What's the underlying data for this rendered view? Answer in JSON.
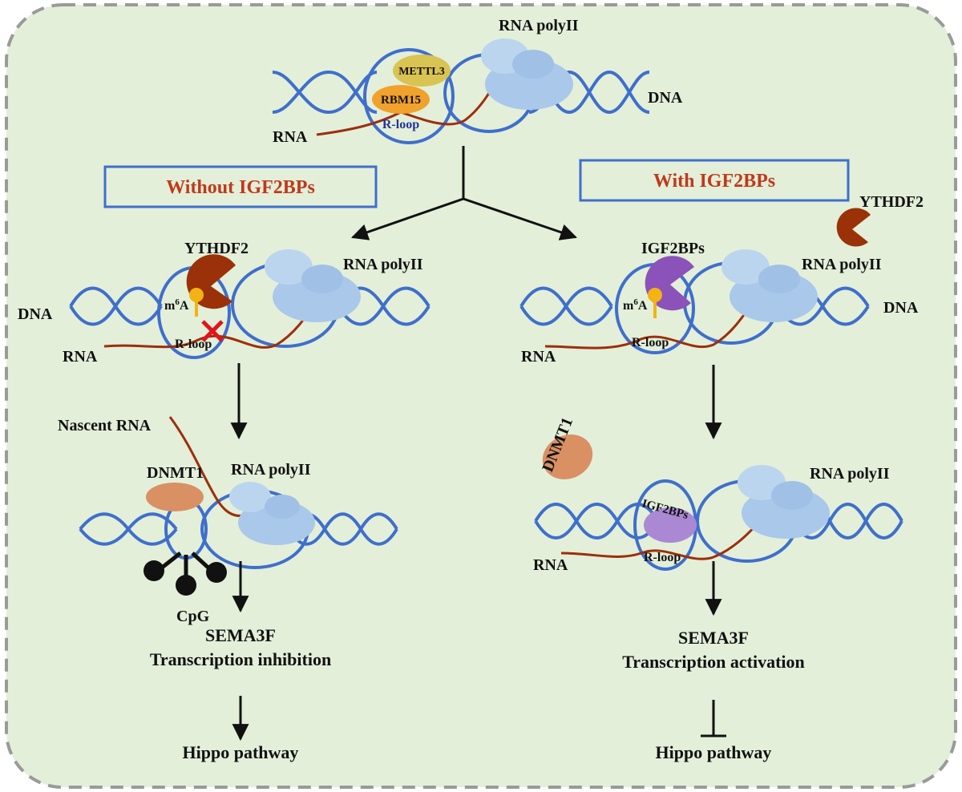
{
  "colors": {
    "panel_bg": "#e3efd9",
    "panel_border": "#9a9a9a",
    "dna_strand": "#3f6fcc",
    "rna_strand": "#9c2f0c",
    "polymerase": "#a9c8ea",
    "ythdf2": "#9a3108",
    "igf2bps": "#8b52b9",
    "igf2bps_light": "#ab88d4",
    "dnmt1": "#d99063",
    "mettl3": "#d9c352",
    "rbm15": "#f0a22d",
    "m6a": "#f3b312",
    "cpg": "#111111",
    "box_border": "#3f6fcc",
    "box_text": "#c0391b",
    "rloop_top_text": "#24339a",
    "cross": "#e1141b",
    "arrow": "#111111"
  },
  "top": {
    "rna_polyii": "RNA polyII",
    "mettl3": "METTL3",
    "rbm15": "RBM15",
    "r_loop": "R-loop",
    "dna": "DNA",
    "rna": "RNA"
  },
  "left": {
    "box_title": "Without IGF2BPs",
    "ythdf2": "YTHDF2",
    "rna_polyii": "RNA polyII",
    "dna": "DNA",
    "m6a_base": "m",
    "m6a_sup": "6",
    "m6a_tail": "A",
    "r_loop": "R-loop",
    "rna": "RNA",
    "nascent_rna": "Nascent RNA",
    "dnmt1": "DNMT1",
    "rna_polyii_2": "RNA polyII",
    "cpg": "CpG",
    "gene": "SEMA3F",
    "effect": "Transcription inhibition",
    "pathway": "Hippo pathway"
  },
  "right": {
    "box_title": "With IGF2BPs",
    "ythdf2": "YTHDF2",
    "igf2bps": "IGF2BPs",
    "rna_polyii": "RNA polyII",
    "dna": "DNA",
    "m6a_base": "m",
    "m6a_sup": "6",
    "m6a_tail": "A",
    "r_loop": "R-loop",
    "rna": "RNA",
    "dnmt1": "DNMT1",
    "igf2bps_2": "IGF2BPs",
    "rna_polyii_2": "RNA polyII",
    "rna_2": "RNA",
    "r_loop_2": "R-loop",
    "gene": "SEMA3F",
    "effect": "Transcription activation",
    "pathway": "Hippo pathway"
  }
}
